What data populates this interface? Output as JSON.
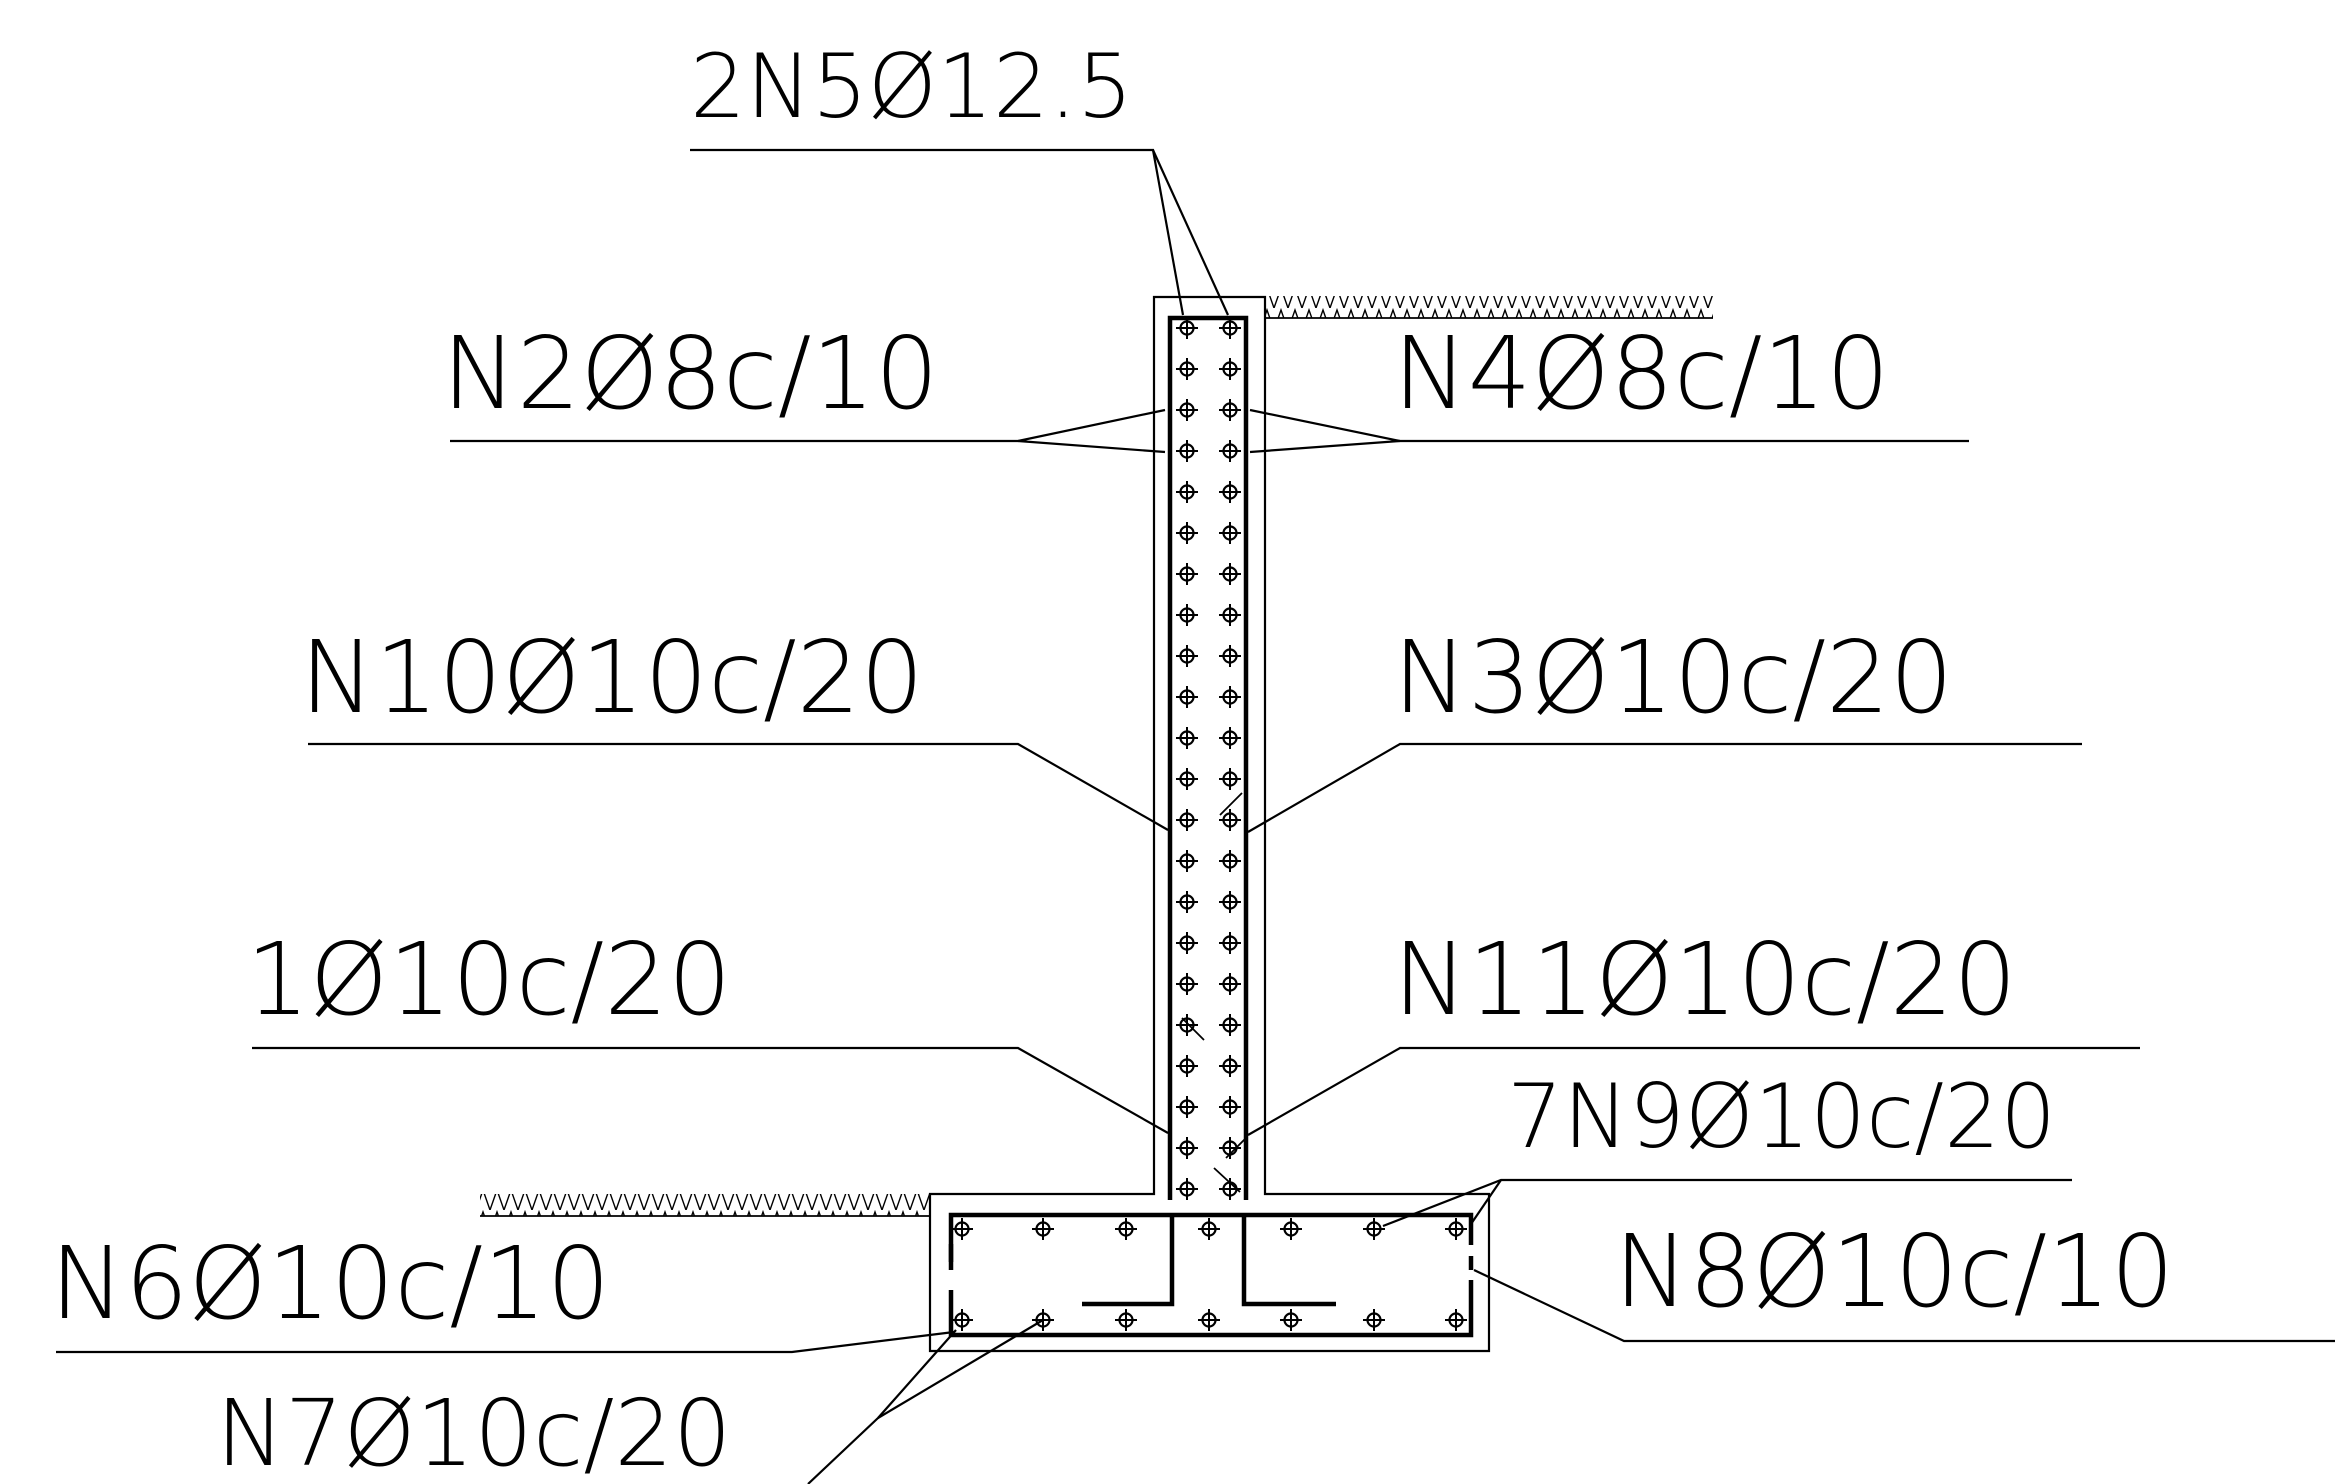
{
  "labels": {
    "n5": "2N5Ø12.5",
    "n2": "N2Ø8c/10",
    "n4": "N4Ø8c/10",
    "n10": "N10Ø10c/20",
    "n3": "N3Ø10c/20",
    "n1": "1Ø10c/20",
    "n11": "N11Ø10c/20",
    "n9": "7N9Ø10c/20",
    "n6": "N6Ø10c/10",
    "n8": "N8Ø10c/10",
    "n7": "N7Ø10c/20"
  }
}
